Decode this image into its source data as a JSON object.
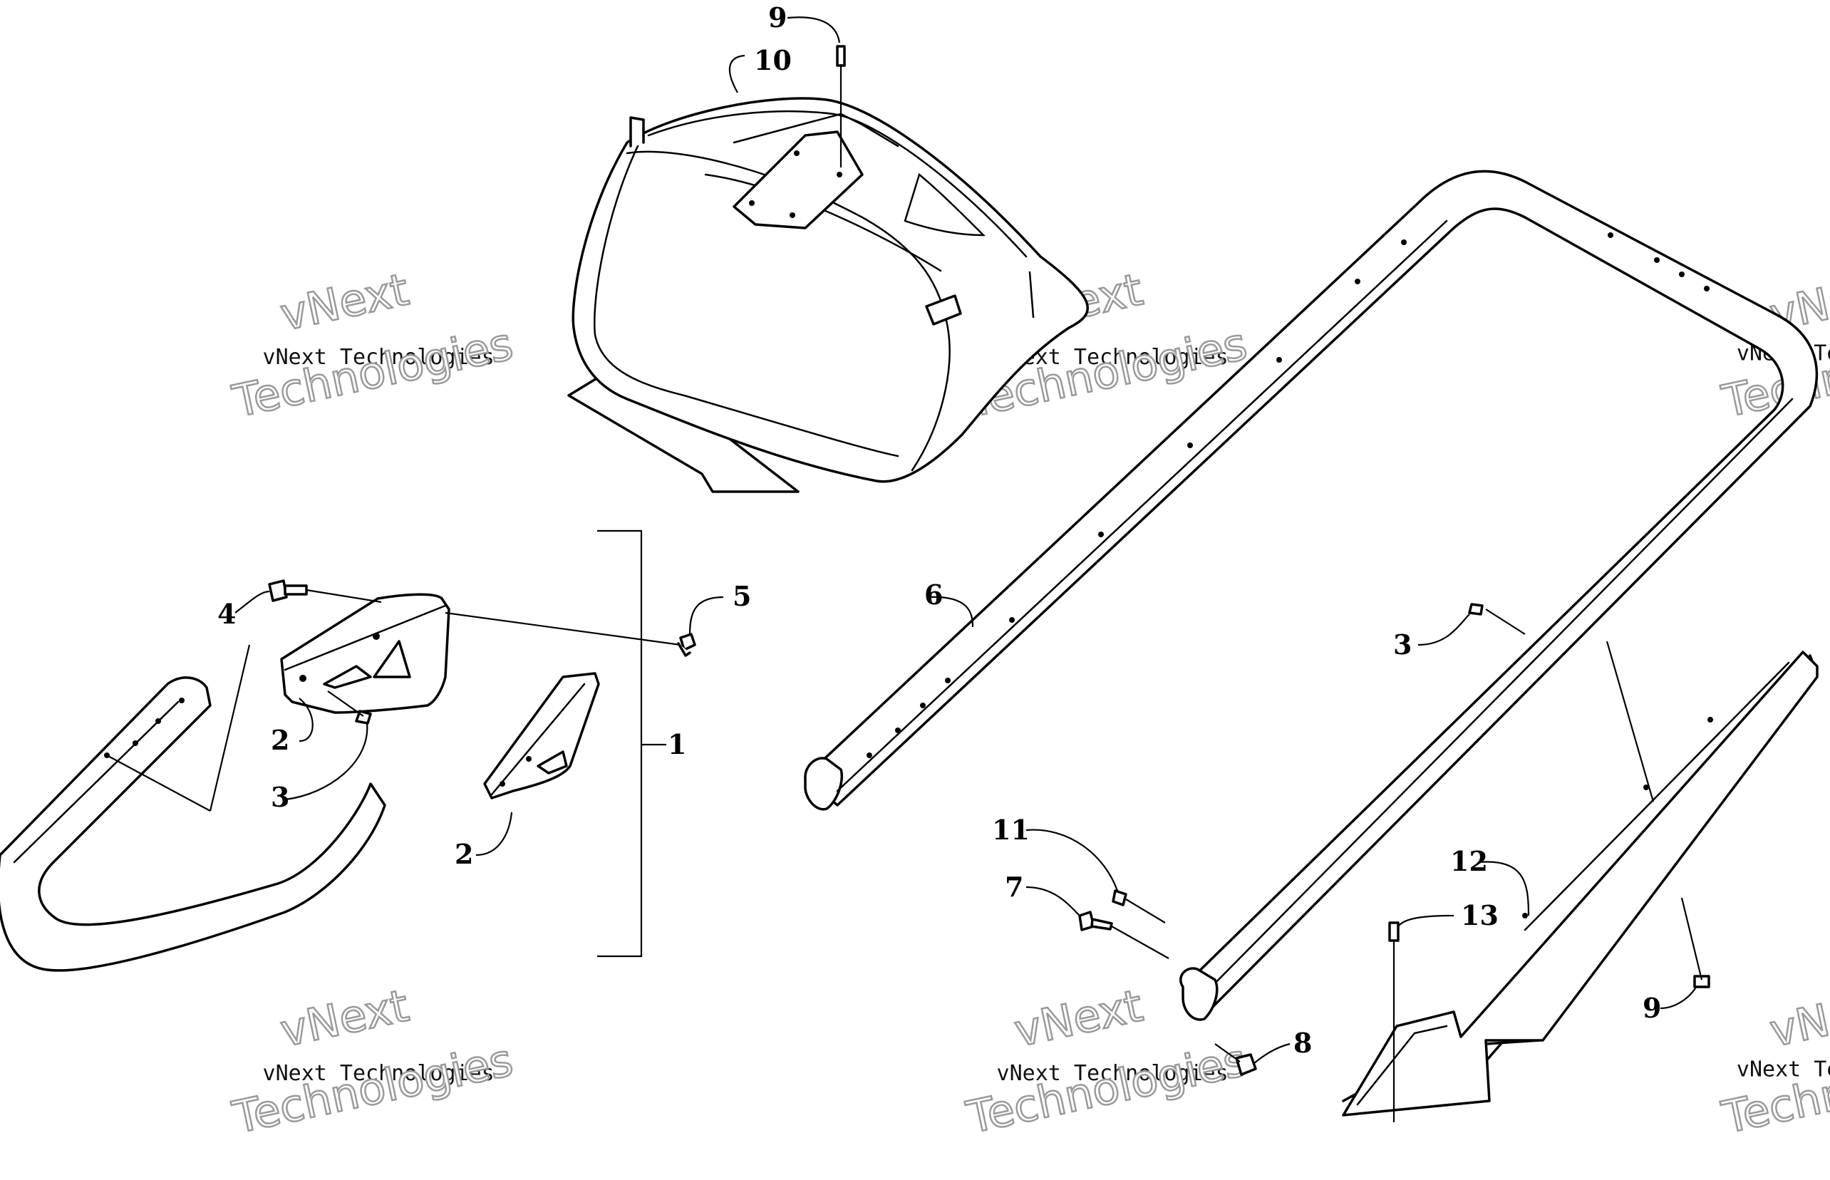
{
  "callouts": [
    {
      "label": "1"
    },
    {
      "label": "2"
    },
    {
      "label": "2"
    },
    {
      "label": "3"
    },
    {
      "label": "3"
    },
    {
      "label": "4"
    },
    {
      "label": "5"
    },
    {
      "label": "6"
    },
    {
      "label": "7"
    },
    {
      "label": "8"
    },
    {
      "label": "9"
    },
    {
      "label": "9"
    },
    {
      "label": "10"
    },
    {
      "label": "11"
    },
    {
      "label": "12"
    },
    {
      "label": "13"
    }
  ],
  "watermark": {
    "brand": "vNext",
    "company": "vNext Technologies",
    "word": "Technologies"
  }
}
